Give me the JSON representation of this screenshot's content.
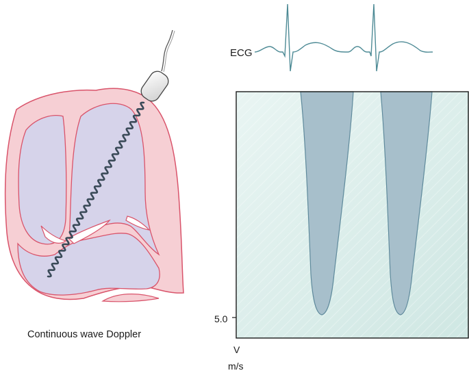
{
  "caption": "Continuous wave Doppler",
  "ecg": {
    "label": "ECG"
  },
  "doppler": {
    "tick_label": "5.0",
    "axis_quantity": "V",
    "axis_unit": "m/s",
    "peak_velocity": 5.0
  },
  "colors": {
    "heart_outline": "#d9536a",
    "heart_wall": "#f6cfd4",
    "chamber": "#d6d3ea",
    "beam": "#3a4a58",
    "ecg_trace": "#4d8a95",
    "panel_bg": "#dcefec",
    "jet_fill": "#a7bfcb",
    "jet_stroke": "#5f8a9c"
  },
  "icons": [
    "transducer-icon",
    "heart-illustration"
  ]
}
